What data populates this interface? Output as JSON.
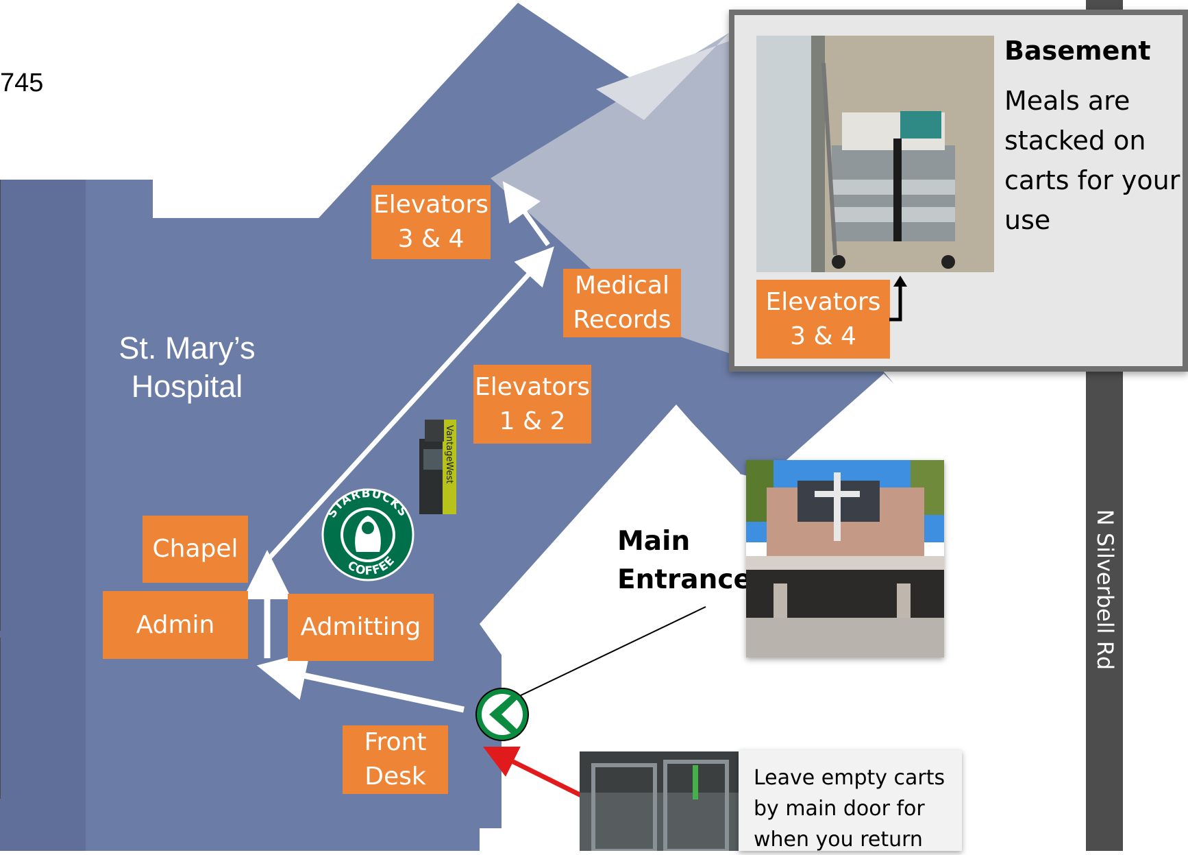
{
  "fragment_text": "745",
  "hospital_label": "St. Mary’s\nHospital",
  "locations": {
    "elevators_34": "Elevators\n3 & 4",
    "medical_records": "Medical\nRecords",
    "elevators_12": "Elevators\n1 & 2",
    "chapel": "Chapel",
    "admin": "Admin",
    "admitting": "Admitting",
    "front_desk": "Front\nDesk"
  },
  "main_entrance": "Main\nEntrance",
  "road_name": "N Silverbell Rd",
  "basement_callout": {
    "title": "Basement",
    "body": "Meals are stacked on carts for your use",
    "elevator_label": "Elevators\n3 & 4"
  },
  "cart_note": "Leave empty carts\nby main door for\nwhen you return",
  "atm_brand_text": "VantageWest",
  "starbucks_text": {
    "top": "STARBUCKS",
    "bottom": "COFFEE"
  },
  "colors": {
    "building": "#6B7CA6",
    "building_dark": "#5F6F99",
    "highlight": "#B0B7C9",
    "label_bg": "#EE8536",
    "road": "#4D4D4D",
    "route_arrow": "#FFFFFF",
    "return_arrow": "#E11B1B",
    "entrance_badge": "#0A8B3F",
    "starbucks_green": "#00704A"
  },
  "icons": {
    "entrance_marker": "chevron-left-icon",
    "up_arrow": "arrow-up-icon"
  }
}
